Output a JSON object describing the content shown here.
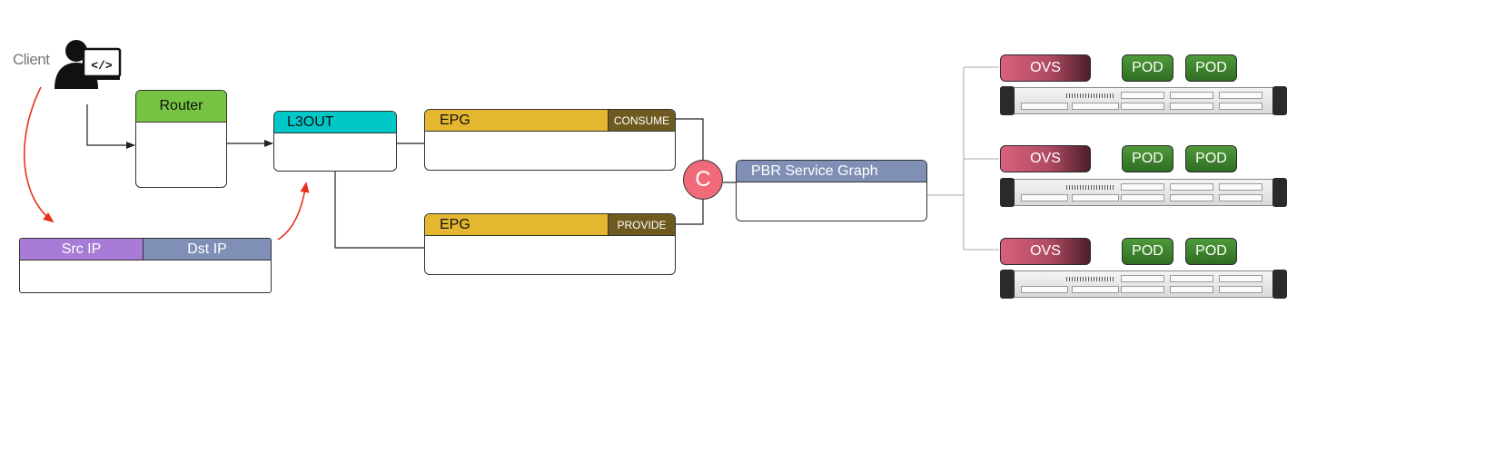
{
  "client": {
    "label": "Client",
    "icon": "client-developer-icon"
  },
  "router": {
    "label": "Router",
    "color": "#76c442"
  },
  "l3out": {
    "label": "L3OUT",
    "color": "#00c8c8"
  },
  "packet": {
    "src_label": "Src IP",
    "dst_label": "Dst IP",
    "src_color": "#a77bd6",
    "dst_color": "#7f8fb5"
  },
  "epg_consume": {
    "label": "EPG",
    "tag": "CONSUME",
    "color": "#e5b731"
  },
  "epg_provide": {
    "label": "EPG",
    "tag": "PROVIDE",
    "color": "#e5b731"
  },
  "contract": {
    "label": "C",
    "color": "#f06a7a"
  },
  "service_graph": {
    "label": "PBR Service Graph",
    "color": "#7f8fb5"
  },
  "nodes": [
    {
      "ovs": "OVS",
      "pods": [
        "POD",
        "POD"
      ]
    },
    {
      "ovs": "OVS",
      "pods": [
        "POD",
        "POD"
      ]
    },
    {
      "ovs": "OVS",
      "pods": [
        "POD",
        "POD"
      ]
    }
  ],
  "colors": {
    "flow_arrow": "#e8321e",
    "wire": "#222222",
    "fan_wire": "#bbbbbb"
  }
}
